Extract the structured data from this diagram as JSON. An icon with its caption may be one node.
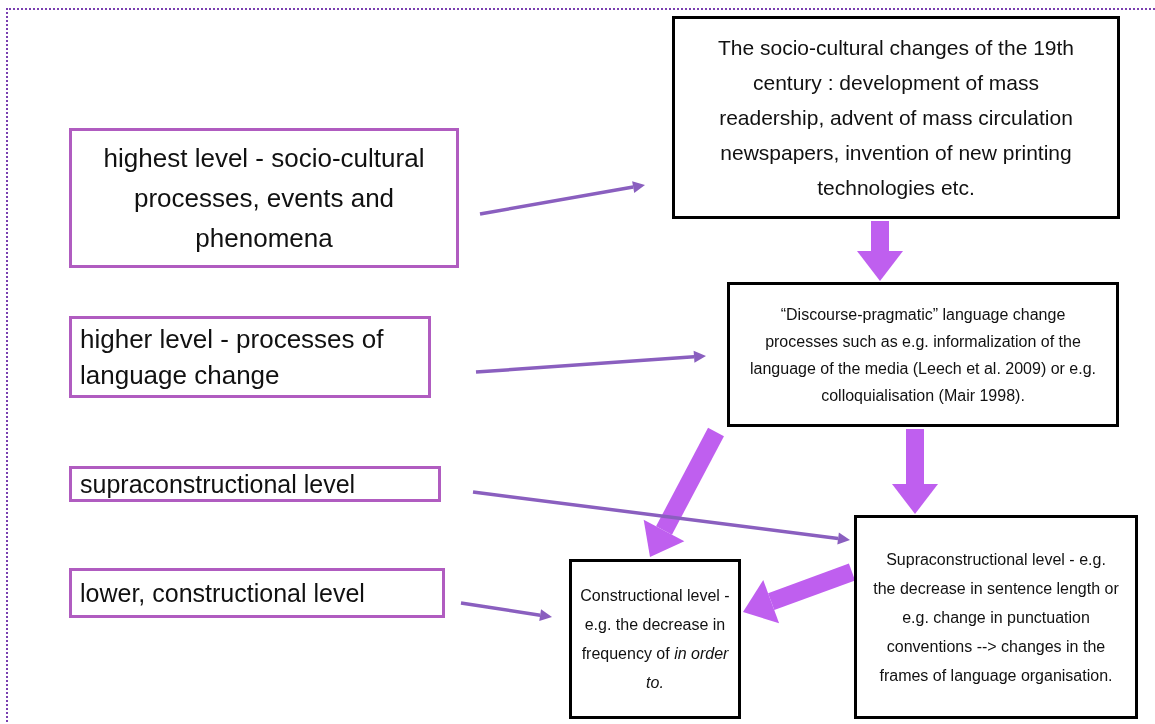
{
  "diagram": {
    "nodes": [
      {
        "text": [
          "highest level - socio-cultural processes, events and phenomena"
        ]
      },
      {
        "text": [
          "The socio-cultural changes of the 19th century : development of mass readership, advent of mass circulation newspapers, invention of new printing technologies etc."
        ]
      },
      {
        "text": [
          "higher level - processes of language change"
        ]
      },
      {
        "text": [
          "“Discourse-pragmatic” language change processes such as e.g. informalization of the language of the media (Leech et al. 2009) or e.g. colloquialisation (Mair 1998)."
        ]
      },
      {
        "text": [
          "supraconstructional level"
        ]
      },
      {
        "text": [
          "lower, constructional level"
        ]
      },
      {
        "text": [
          "Constructional level - e.g. the decrease in frequency of *in order to.*"
        ]
      },
      {
        "text": [
          "Supraconstructional level - e.g. the decrease in sentence length or e.g. change in punctuation conventions --> changes in the frames of language organisation."
        ]
      }
    ],
    "edges": [
      {
        "from": 0,
        "to": 1,
        "arrow": "to"
      },
      {
        "from": 1,
        "to": 3,
        "arrow": "to",
        "style": "thick",
        "color": "#bf5fef"
      },
      {
        "from": 2,
        "to": 3,
        "arrow": "to"
      },
      {
        "from": 3,
        "to": 6,
        "arrow": "to",
        "style": "thick",
        "color": "#bf5fef"
      },
      {
        "from": 3,
        "to": 7,
        "arrow": "to",
        "style": "thick",
        "color": "#bf5fef"
      },
      {
        "from": 4,
        "to": 7,
        "arrow": "to"
      },
      {
        "from": 5,
        "to": 6,
        "arrow": "to"
      },
      {
        "from": 7,
        "to": 6,
        "arrow": "to",
        "style": "thick",
        "color": "#bf5fef"
      }
    ]
  }
}
